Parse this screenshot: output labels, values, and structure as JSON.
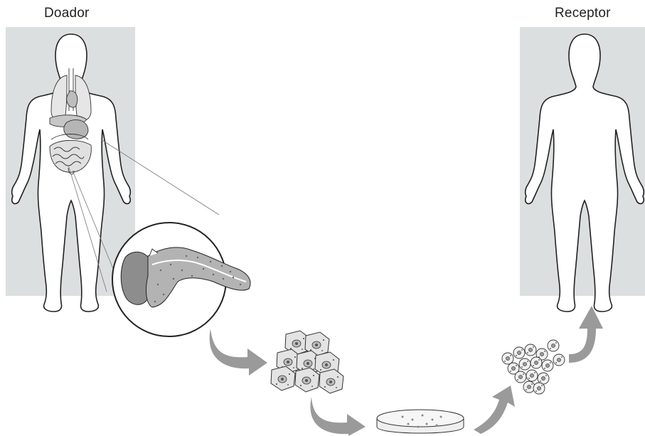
{
  "labels": {
    "donor": "Doador",
    "recipient": "Receptor"
  },
  "colors": {
    "panel": "#dcdfdf",
    "arrow": "#9a9a9a",
    "outline": "#333333",
    "cell_fill": "#e2e2e2",
    "dish_fill": "#efefef"
  },
  "icons": {
    "donor": "donor-body-with-organs",
    "recipient": "recipient-body",
    "pancreas": "pancreas-magnified-icon",
    "isolated_cells": "pancreatic-cells-cluster",
    "culture": "petri-dish",
    "islets": "islet-cells-cluster"
  }
}
